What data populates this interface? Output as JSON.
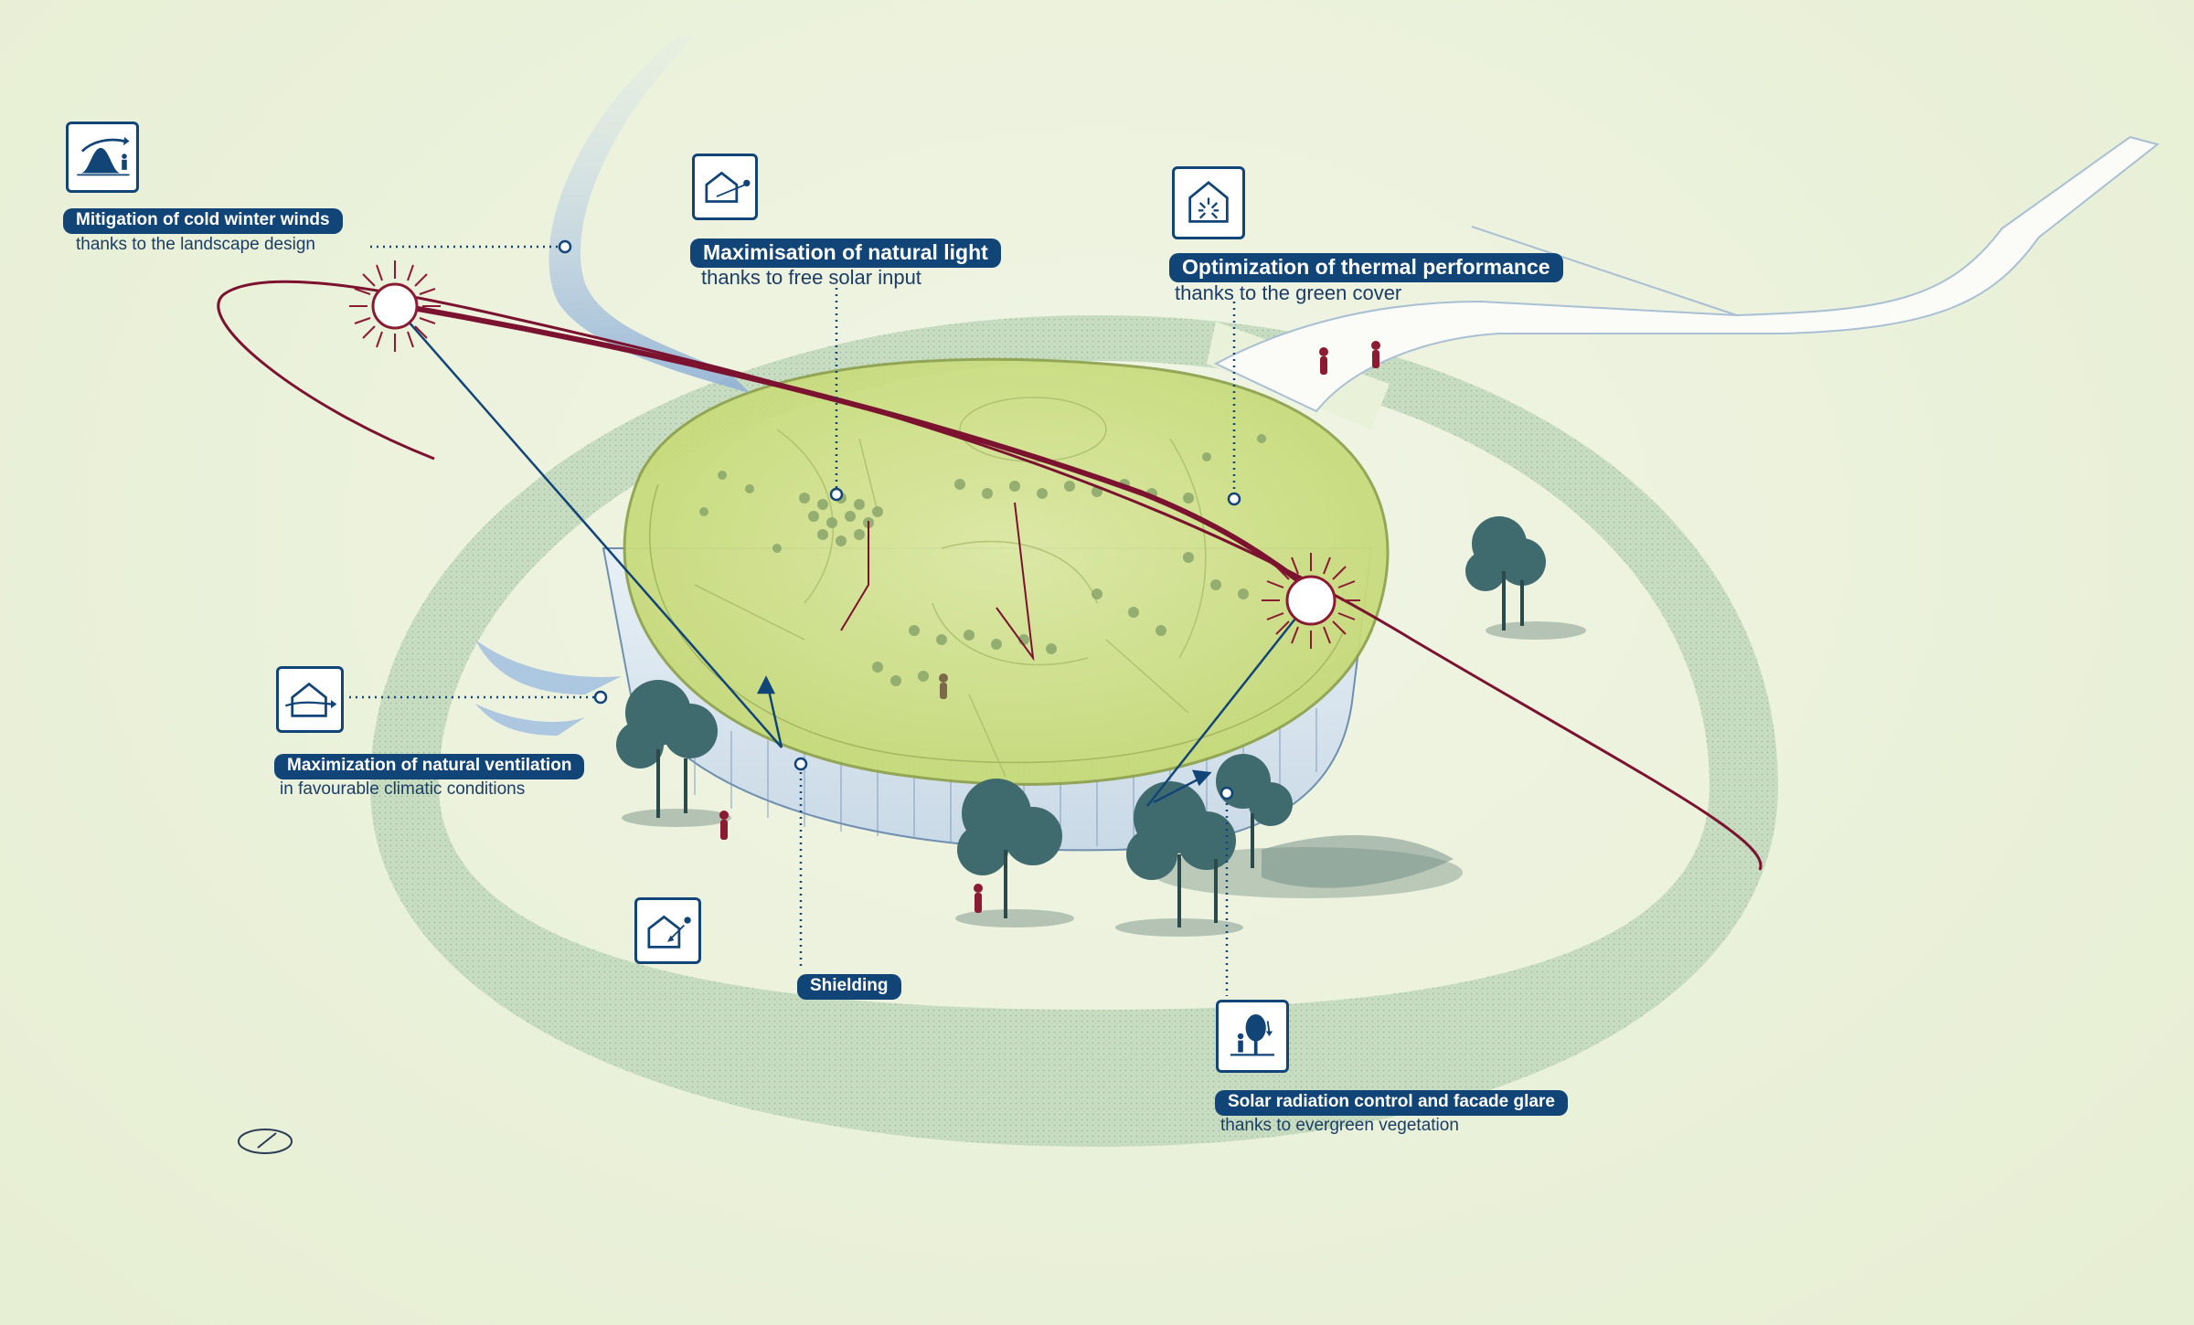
{
  "annotations": {
    "cold_winds": {
      "title": "Mitigation of cold winter winds",
      "subtitle": "thanks to the landscape design",
      "icon": "wind-hill-icon"
    },
    "natural_light": {
      "title": "Maximisation of natural light",
      "subtitle": "thanks to free solar input",
      "icon": "house-sun-icon"
    },
    "thermal": {
      "title": "Optimization of thermal performance",
      "subtitle": "thanks to the green cover",
      "icon": "house-thermal-icon"
    },
    "ventilation": {
      "title": "Maximization of natural ventilation",
      "subtitle": "in favourable climatic conditions",
      "icon": "house-wind-icon"
    },
    "shielding": {
      "title": "Shielding",
      "subtitle": "",
      "icon": "house-shield-icon"
    },
    "solar_control": {
      "title": "Solar radiation control and facade glare",
      "subtitle": "thanks to evergreen vegetation",
      "icon": "tree-person-icon"
    }
  },
  "colors": {
    "label_background": "#114578",
    "label_text": "#ffffff",
    "sun_path": "#7a1230",
    "ray_lines": "#114578",
    "green_roof": "#cfe08a",
    "landscape_ring": "#c9dcbf",
    "wind_flow": "#a9c4e0"
  }
}
